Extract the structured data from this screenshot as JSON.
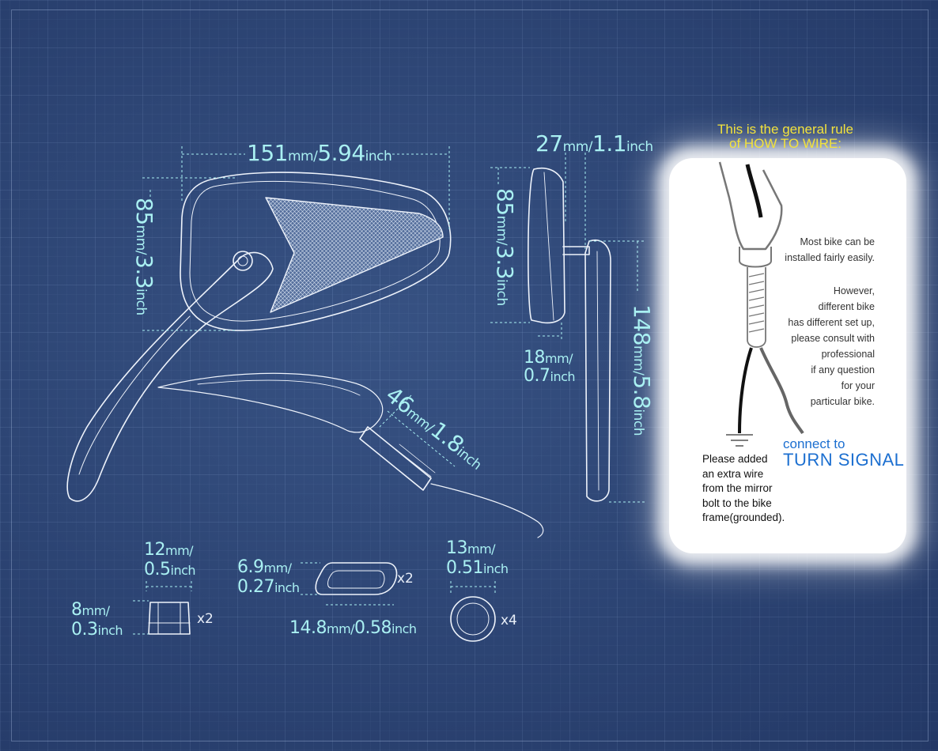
{
  "howto": {
    "line1": "This is the general rule",
    "line2": "of HOW TO WIRE:"
  },
  "dims": {
    "width_top": {
      "mm": "151",
      "mm_unit": "mm",
      "sep": "/",
      "inch": "5.94",
      "inch_unit": "inch"
    },
    "height_left": {
      "mm": "85",
      "mm_unit": "mm",
      "sep": "/",
      "inch": "3.3",
      "inch_unit": "inch"
    },
    "depth_top": {
      "mm": "27",
      "mm_unit": "mm",
      "sep": "/",
      "inch": "1.1",
      "inch_unit": "inch"
    },
    "height_side": {
      "mm": "85",
      "mm_unit": "mm",
      "sep": "/",
      "inch": "3.3",
      "inch_unit": "inch"
    },
    "stem": {
      "mm": "18",
      "mm_unit": "mm",
      "sep": "/",
      "inch": "0.7",
      "inch_unit": "inch"
    },
    "arm_height": {
      "mm": "148",
      "mm_unit": "mm",
      "sep": "/",
      "inch": "5.8",
      "inch_unit": "inch"
    },
    "bolt": {
      "mm": "46",
      "mm_unit": "mm",
      "sep": "/",
      "inch": "1.8",
      "inch_unit": "inch"
    },
    "nut_w": {
      "mm": "12",
      "mm_unit": "mm",
      "sep": "/",
      "inch": "0.5",
      "inch_unit": "inch"
    },
    "nut_h": {
      "mm": "8",
      "mm_unit": "mm",
      "sep": "/",
      "inch": "0.3",
      "inch_unit": "inch"
    },
    "spacer_h": {
      "mm": "6.9",
      "mm_unit": "mm",
      "sep": "/",
      "inch": "0.27",
      "inch_unit": "inch"
    },
    "spacer_w": {
      "mm": "14.8",
      "mm_unit": "mm",
      "sep": "/",
      "inch": "0.58",
      "inch_unit": "inch"
    },
    "washer": {
      "mm": "13",
      "mm_unit": "mm",
      "sep": "/",
      "inch": "0.51",
      "inch_unit": "inch"
    }
  },
  "quantities": {
    "nut": "x2",
    "spacer": "x2",
    "washer": "x4"
  },
  "notes": {
    "install": [
      "Most bike can be",
      "installed fairly easily."
    ],
    "however": [
      "However,",
      "different bike",
      "has different set up,",
      "please consult with",
      "professional",
      "if any question",
      "for your",
      "particular bike."
    ],
    "ground": [
      "Please added",
      "an extra wire",
      "from the mirror",
      "bolt to the bike",
      "frame(grounded)."
    ],
    "connect_to": "connect to",
    "turn_signal": "TURN SIGNAL"
  },
  "colors": {
    "background": "#2f4b7e",
    "dimension": "#a9f0f2",
    "heading": "#f2e23c",
    "accent": "#1c6fd0"
  }
}
